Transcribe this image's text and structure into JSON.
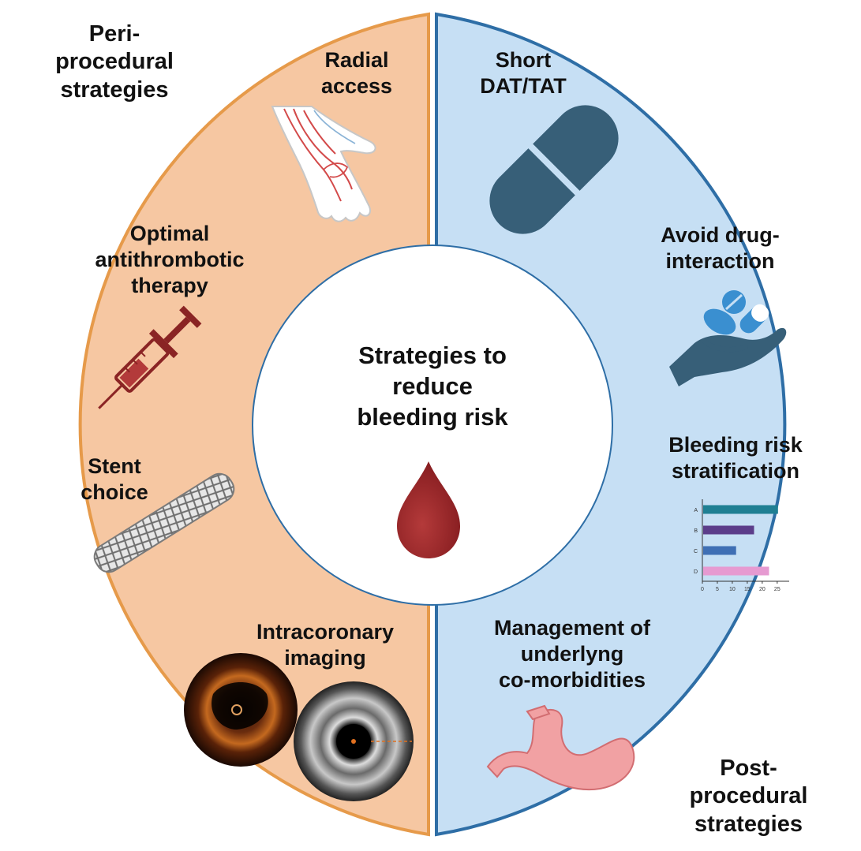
{
  "center": {
    "title": "Strategies to\nreduce\nbleeding risk",
    "icon": "blood-drop-icon"
  },
  "left_half": {
    "heading": "Peri-\nprocedural\nstrategies",
    "color": "#f6c7a2",
    "border_color": "#e69a4a",
    "items": [
      {
        "label": "Radial\naccess",
        "icon": "hand-arteries-icon"
      },
      {
        "label": "Optimal\nantithrombotic\ntherapy",
        "icon": "syringe-icon"
      },
      {
        "label": "Stent\nchoice",
        "icon": "stent-icon"
      },
      {
        "label": "Intracoronary\nimaging",
        "icon": "intravascular-imaging-icon"
      }
    ]
  },
  "right_half": {
    "heading": "Post-\nprocedural\nstrategies",
    "color": "#c6dff4",
    "border_color": "#2e6ea6",
    "items": [
      {
        "label": "Short\nDAT/TAT",
        "icon": "capsule-icon"
      },
      {
        "label": "Avoid drug-\ninteraction",
        "icon": "hand-pills-icon"
      },
      {
        "label": "Bleeding risk\nstratification",
        "icon": "bar-chart-icon"
      },
      {
        "label": "Management of\nunderlyng\nco-morbidities",
        "icon": "stomach-icon"
      }
    ]
  },
  "chart_data": {
    "type": "bar",
    "orientation": "horizontal",
    "categories": [
      "A",
      "B",
      "C",
      "D"
    ],
    "values": [
      25,
      17,
      11,
      22
    ],
    "bar_colors": [
      "#1f7f93",
      "#5b3d8a",
      "#3f6fb4",
      "#e69ad1"
    ],
    "xticks": [
      0,
      5,
      10,
      15,
      20,
      25
    ],
    "xlim": [
      0,
      29
    ]
  }
}
